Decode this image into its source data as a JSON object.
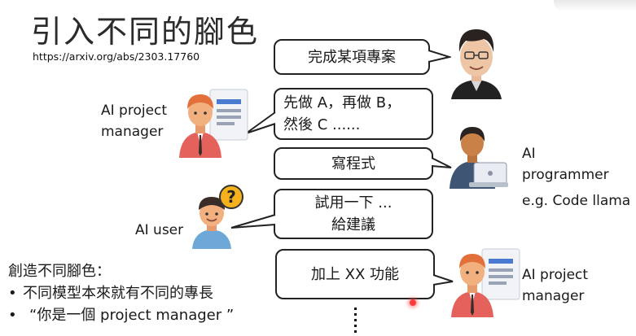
{
  "title": "引入不同的腳色",
  "reference_url": "https://arxiv.org/abs/2303.17760",
  "bubbles": {
    "task": "完成某項專案",
    "plan_line1": "先做 A，再做 B，",
    "plan_line2": "然後 C ......",
    "code": "寫程式",
    "test_line1": "試用一下 ...",
    "test_line2": "給建議",
    "feature": "加上 XX 功能"
  },
  "roles": {
    "manager_left": {
      "line1": "AI project",
      "line2": "manager"
    },
    "programmer": {
      "line1": "AI",
      "line2": "programmer",
      "example": "e.g. Code llama"
    },
    "user": {
      "label": "AI user"
    },
    "manager_right": {
      "line1": "AI project",
      "line2": "manager"
    }
  },
  "notes": {
    "heading": "創造不同腳色：",
    "bullet1": "不同模型本來就有不同的專長",
    "bullet2": "“你是一個 project manager ”"
  },
  "icons": [
    "human-presenter-icon",
    "manager-avatar-icon",
    "programmer-avatar-icon",
    "user-avatar-icon",
    "question-mark-icon",
    "document-icon",
    "laptop-icon"
  ],
  "colors": {
    "skin": "#f2b07f",
    "shirt_red": "#e4615c",
    "hair_dark": "#3a2c29",
    "paper": "#f1f3f7",
    "doc_blue": "#4a7bd0",
    "question": "#f6b21c"
  }
}
